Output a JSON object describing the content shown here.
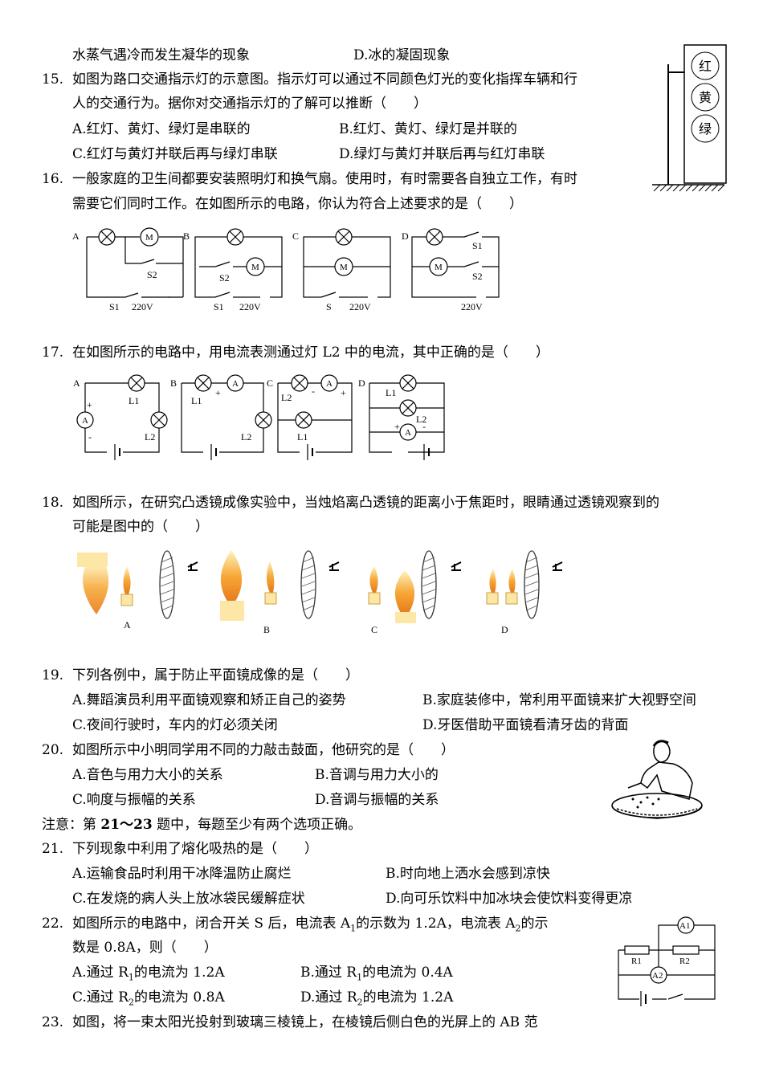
{
  "lines": {
    "l1a": "水蒸气遇冷而发生凝华的现象",
    "l1b": "D.冰的凝固现象",
    "q15n": "15.",
    "q15a": "如图为路口交通指示灯的示意图。指示灯可以通过不同颜色灯光的变化指挥车辆和行",
    "q15b": "人的交通行为。据你对交通指示灯的了解可以推断（　　）",
    "q15A": "A.红灯、黄灯、绿灯是串联的",
    "q15B": "B.红灯、黄灯、绿灯是并联的",
    "q15C": "C.红灯与黄灯并联后再与绿灯串联",
    "q15D": "D.绿灯与黄灯并联后再与红灯串联",
    "q16n": "16.",
    "q16a": "一般家庭的卫生间都要安装照明灯和换气扇。使用时，有时需要各自独立工作，有时",
    "q16b": "需要它们同时工作。在如图所示的电路，你认为符合上述要求的是（　　）",
    "q17n": "17.",
    "q17a": "在如图所示的电路中，用电流表测通过灯 L2 中的电流，其中正确的是（　　）",
    "q18n": "18.",
    "q18a": "如图所示，在研究凸透镜成像实验中，当烛焰离凸透镜的距离小于焦距时，眼睛通过透镜观察到的",
    "q18b": "可能是图中的（　　）",
    "q19n": "19.",
    "q19a": "下列各例中，属于防止平面镜成像的是（　　）",
    "q19A": "A.舞蹈演员利用平面镜观察和矫正自己的姿势",
    "q19B": "B.家庭装修中，常利用平面镜来扩大视野空间",
    "q19C": "C.夜间行驶时，车内的灯必须关闭",
    "q19D": "D.牙医借助平面镜看清牙齿的背面",
    "q20n": "20.",
    "q20a": "如图所示中小明同学用不同的力敲击鼓面，他研究的是（　　）",
    "q20A": "A.音色与用力大小的关系",
    "q20B": "B.音调与用力大小的",
    "q20C": "C.响度与振幅的关系",
    "q20D": "D.音调与振幅的关系",
    "note1": "注意：第 ",
    "note2": "21～23",
    "note3": " 题中，每题至少有两个选项正确。",
    "q21n": "21.",
    "q21a": "下列现象中利用了熔化吸热的是（　　）",
    "q21A": "A.运输食品时利用干冰降温防止腐烂",
    "q21B": "B.时向地上洒水会感到凉快",
    "q21C": "C.在发烧的病人头上放冰袋民缓解症状",
    "q21D": "D.向可乐饮料中加冰块会使饮料变得更凉",
    "q22n": "22.",
    "q22a1": "如图所示的电路中，闭合开关 S 后，电流表 A",
    "q22a2": "的示数为 1.2A，电流表 A",
    "q22a3": "的示",
    "q22b": "数是 0.8A，则（　　）",
    "q22A1": "A.通过 R",
    "q22A2": "的电流为 1.2A",
    "q22B1": "B.通过 R",
    "q22B2": "的电流为 0.4A",
    "q22C1": "C.通过 R",
    "q22C2": "的电流为 0.8A",
    "q22D1": "D.通过 R",
    "q22D2": "的电流为 1.2A",
    "q23n": "23.",
    "q23a": "如图，将一束太阳光投射到玻璃三棱镜上，在棱镜后侧白色的光屏上的  AB 范",
    "sub1": "1",
    "sub2": "2"
  },
  "traffic_light": {
    "red": "红",
    "yellow": "黄",
    "green": "绿"
  },
  "fig16": {
    "A": "A",
    "B": "B",
    "C": "C",
    "D": "D",
    "S1": "S1",
    "S2": "S2",
    "S": "S",
    "V": "220V",
    "M": "M"
  },
  "fig17": {
    "A": "A",
    "B": "B",
    "C": "C",
    "D": "D",
    "L1": "L1",
    "L2": "L2",
    "amm": "A",
    "plus": "+",
    "minus": "-"
  },
  "fig18": {
    "A": "A",
    "B": "B",
    "C": "C",
    "D": "D"
  },
  "fig22": {
    "A1": "A1",
    "A2": "A2",
    "R1": "R1",
    "R2": "R2"
  }
}
